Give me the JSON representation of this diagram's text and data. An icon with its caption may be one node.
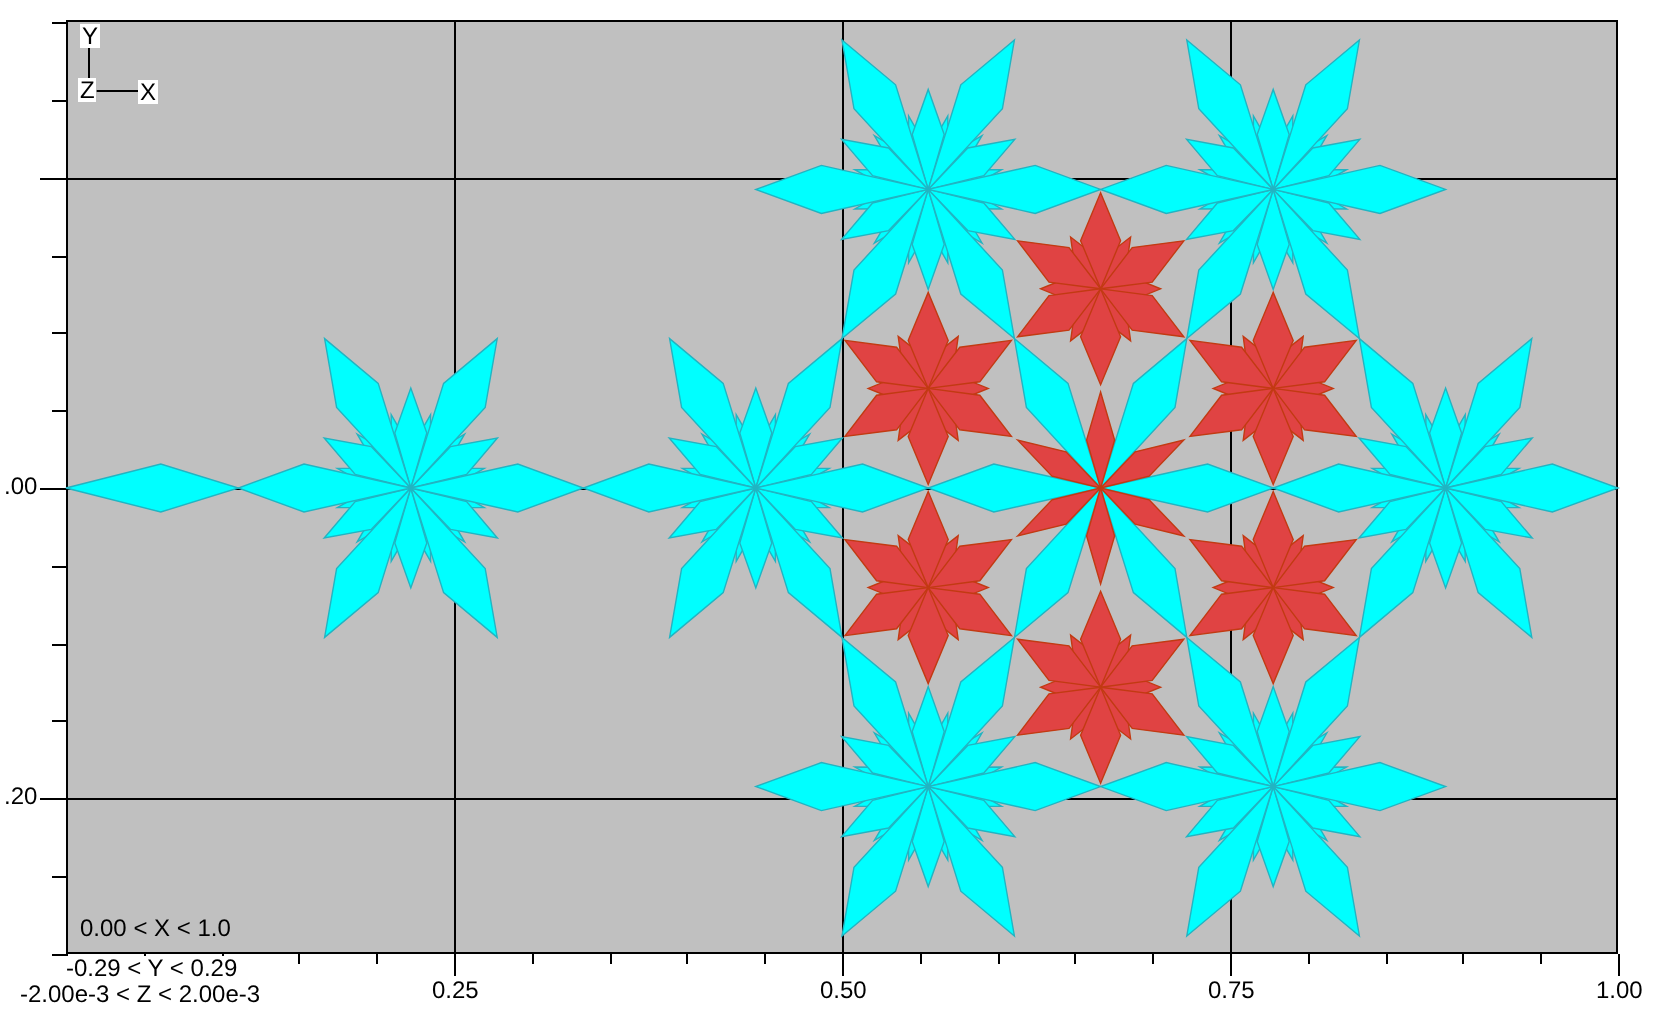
{
  "diagram": {
    "labels": [
      "Y",
      "Z",
      "X",
      ".00",
      ".20",
      "0.00 < X < 1.0",
      "-0.29 < Y < 0.29",
      "-2.00e-3 < Z < 2.00e-3",
      "0.25",
      "0.50",
      "0.75",
      "1.00"
    ]
  }
}
